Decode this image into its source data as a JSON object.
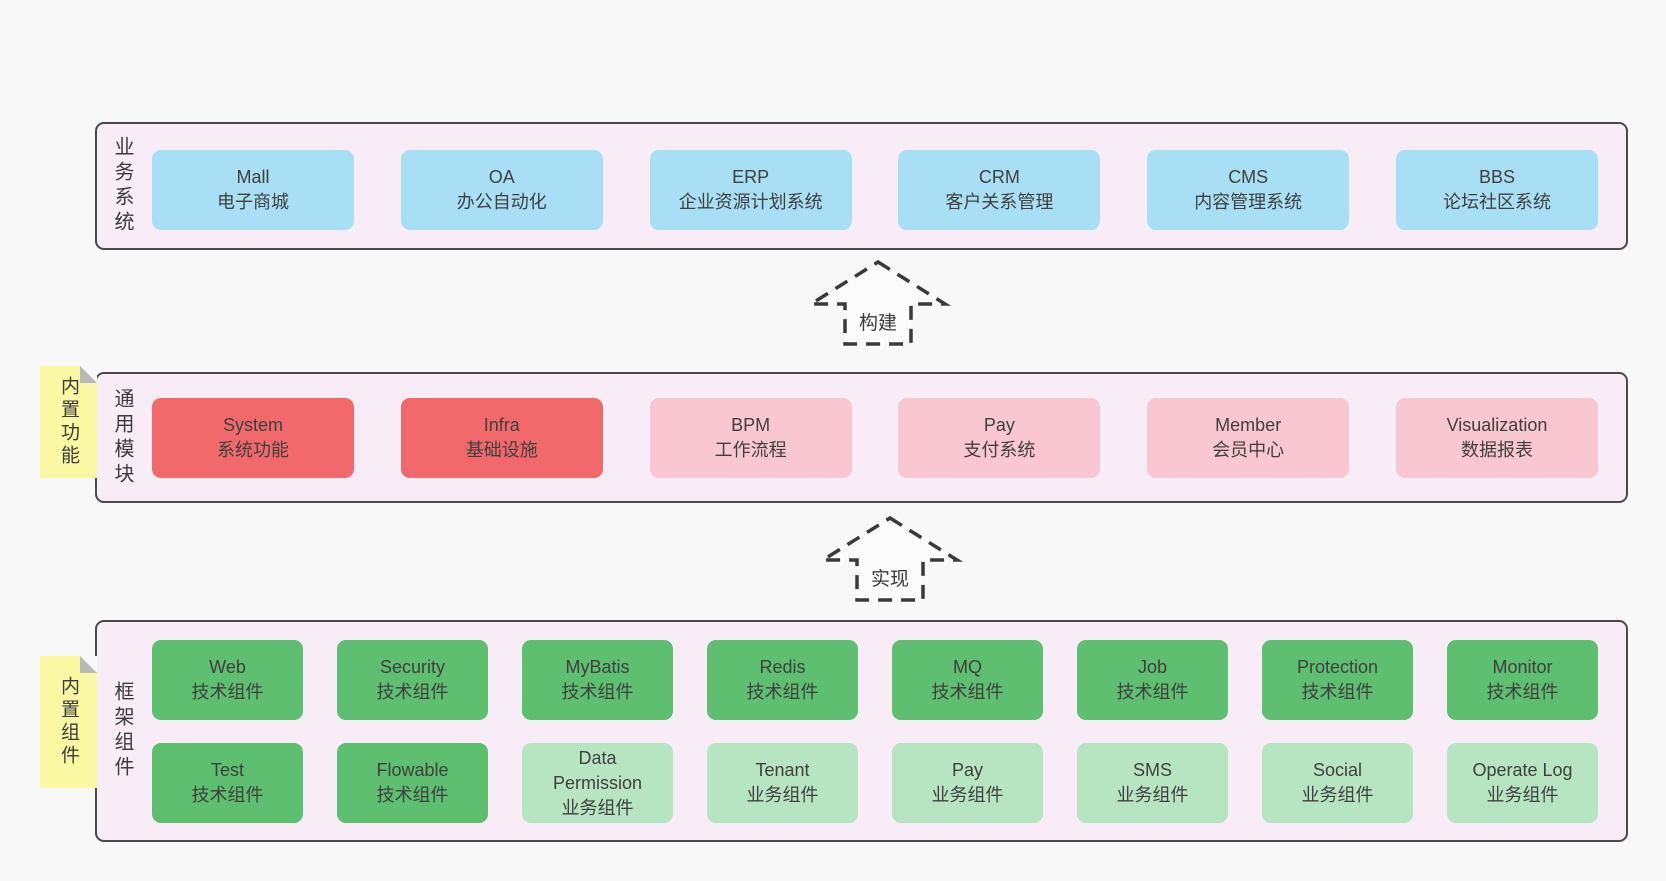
{
  "colors": {
    "page_bg": "#f8f8f8",
    "band_bg": "#f8edf6",
    "band_border": "#4a4a4a",
    "business_box": "#a9dff5",
    "core_module_box": "#f1696b",
    "optional_module_box": "#f9c7d1",
    "tech_component_box": "#5dbf6f",
    "biz_component_box": "#b8e5c1",
    "sticky_note": "#faf8a3",
    "text": "#3f3f3f"
  },
  "arrows": {
    "build": "构建",
    "implement": "实现"
  },
  "sections": {
    "business": {
      "label": "业务系统",
      "boxes": [
        {
          "en": "Mall",
          "zh": "电子商城"
        },
        {
          "en": "OA",
          "zh": "办公自动化"
        },
        {
          "en": "ERP",
          "zh": "企业资源计划系统"
        },
        {
          "en": "CRM",
          "zh": "客户关系管理"
        },
        {
          "en": "CMS",
          "zh": "内容管理系统"
        },
        {
          "en": "BBS",
          "zh": "论坛社区系统"
        }
      ]
    },
    "modules": {
      "label": "通用模块",
      "sticky": "内置功能",
      "boxes": [
        {
          "en": "System",
          "zh": "系统功能"
        },
        {
          "en": "Infra",
          "zh": "基础设施"
        },
        {
          "en": "BPM",
          "zh": "工作流程"
        },
        {
          "en": "Pay",
          "zh": "支付系统"
        },
        {
          "en": "Member",
          "zh": "会员中心"
        },
        {
          "en": "Visualization",
          "zh": "数据报表"
        }
      ]
    },
    "components": {
      "label": "框架组件",
      "sticky": "内置组件",
      "row1": [
        {
          "en": "Web",
          "zh": "技术组件"
        },
        {
          "en": "Security",
          "zh": "技术组件"
        },
        {
          "en": "MyBatis",
          "zh": "技术组件"
        },
        {
          "en": "Redis",
          "zh": "技术组件"
        },
        {
          "en": "MQ",
          "zh": "技术组件"
        },
        {
          "en": "Job",
          "zh": "技术组件"
        },
        {
          "en": "Protection",
          "zh": "技术组件"
        },
        {
          "en": "Monitor",
          "zh": "技术组件"
        }
      ],
      "row2": [
        {
          "en": "Test",
          "zh": "技术组件"
        },
        {
          "en": "Flowable",
          "zh": "技术组件"
        },
        {
          "en": "Data Permission",
          "zh": "业务组件"
        },
        {
          "en": "Tenant",
          "zh": "业务组件"
        },
        {
          "en": "Pay",
          "zh": "业务组件"
        },
        {
          "en": "SMS",
          "zh": "业务组件"
        },
        {
          "en": "Social",
          "zh": "业务组件"
        },
        {
          "en": "Operate Log",
          "zh": "业务组件"
        }
      ]
    }
  }
}
